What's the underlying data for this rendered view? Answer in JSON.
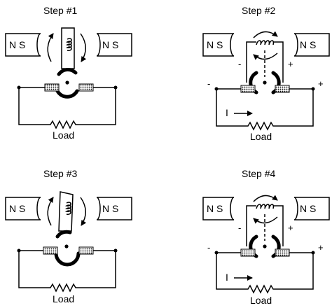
{
  "steps": [
    {
      "title": "Step #1",
      "magnets": {
        "left": "N S",
        "right": "N S"
      },
      "load": "Load",
      "signs": {
        "left_terminal": "",
        "right_terminal": "",
        "left_coil": "",
        "right_coil": ""
      },
      "current": ""
    },
    {
      "title": "Step #2",
      "magnets": {
        "left": "N S",
        "right": "N S"
      },
      "load": "Load",
      "signs": {
        "left_terminal": "-",
        "right_terminal": "+",
        "left_coil": "-",
        "right_coil": "+"
      },
      "current": "I"
    },
    {
      "title": "Step #3",
      "magnets": {
        "left": "N S",
        "right": "N S"
      },
      "load": "Load",
      "signs": {
        "left_terminal": "",
        "right_terminal": "",
        "left_coil": "",
        "right_coil": ""
      },
      "current": ""
    },
    {
      "title": "Step #4",
      "magnets": {
        "left": "N S",
        "right": "N S"
      },
      "load": "Load",
      "signs": {
        "left_terminal": "-",
        "right_terminal": "+",
        "left_coil": "-",
        "right_coil": "+"
      },
      "current": "I"
    }
  ]
}
